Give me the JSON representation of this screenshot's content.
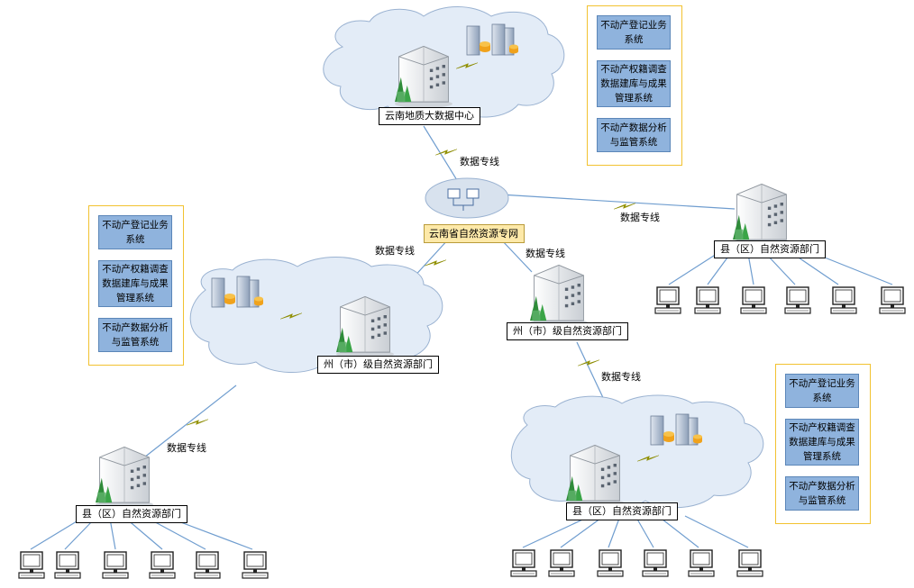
{
  "center": {
    "name": "云南地质大数据中心"
  },
  "hub": {
    "name": "云南省自然资源专网"
  },
  "links": {
    "center_hub": "数据专线",
    "hub_county_right": "数据专线",
    "hub_prefecture_left": "数据专线",
    "hub_prefecture_right": "数据专线",
    "prefecture_right_county": "数据专线",
    "prefecture_left_county": "数据专线"
  },
  "prefecture_left": {
    "name": "州（市）级自然资源部门"
  },
  "prefecture_right": {
    "name": "州（市）级自然资源部门"
  },
  "county_right_top": {
    "name": "县（区）自然资源部门"
  },
  "county_left": {
    "name": "县（区）自然资源部门"
  },
  "county_right_bottom": {
    "name": "县（区）自然资源部门"
  },
  "systems": {
    "item1": "不动产登记业务系统",
    "item2": "不动产权籍调查数据建库与成果管理系统",
    "item3": "不动产数据分析与监管系统"
  },
  "colors": {
    "cloud_fill": "#e3ecf7",
    "cloud_stroke": "#9ab2d1",
    "line": "#6f9dcf",
    "panel_border": "#f2c230",
    "system_box": "#8fb3dd",
    "hub_label": "#fde9a9"
  }
}
